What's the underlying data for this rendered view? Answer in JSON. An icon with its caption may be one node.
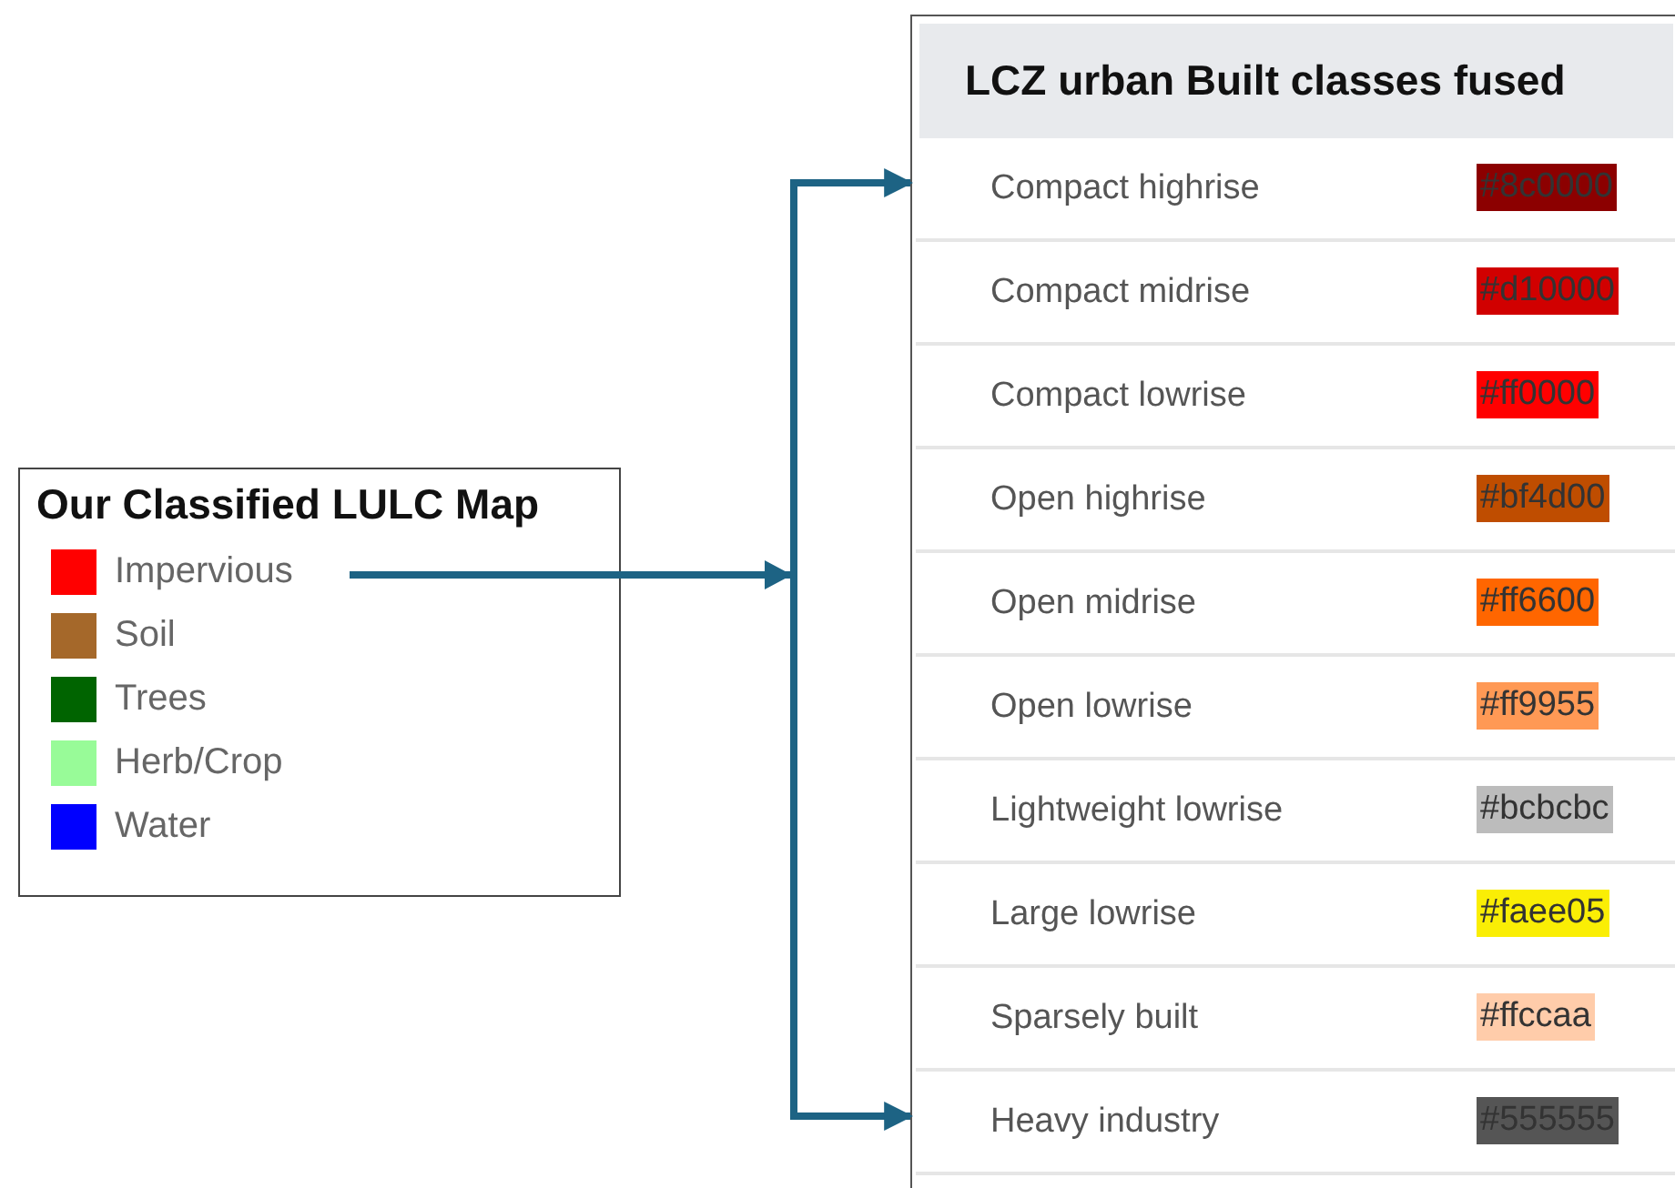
{
  "diagram": {
    "nodes": [
      {
        "text": [
          "Our Classified LULC Map"
        ]
      },
      {
        "text": [
          "Impervious"
        ],
        "in": 0
      },
      {
        "text": [
          "Soil"
        ],
        "in": 0
      },
      {
        "text": [
          "Trees"
        ],
        "in": 0
      },
      {
        "text": [
          "Herb/Crop"
        ],
        "in": 0
      },
      {
        "text": [
          "Water"
        ],
        "in": 0
      },
      {
        "text": [
          "LCZ urban Built classes fused"
        ]
      },
      {
        "text": [
          "Compact highrise",
          "#8c0000"
        ],
        "in": 6
      },
      {
        "text": [
          "Compact midrise",
          "#d10000"
        ],
        "in": 6
      },
      {
        "text": [
          "Compact lowrise",
          "#ff0000"
        ],
        "in": 6
      },
      {
        "text": [
          "Open highrise",
          "#bf4d00"
        ],
        "in": 6
      },
      {
        "text": [
          "Open midrise",
          "#ff6600"
        ],
        "in": 6
      },
      {
        "text": [
          "Open lowrise",
          "#ff9955"
        ],
        "in": 6
      },
      {
        "text": [
          "Lightweight lowrise",
          "#bcbcbc"
        ],
        "in": 6
      },
      {
        "text": [
          "Large lowrise",
          "#faee05"
        ],
        "in": 6
      },
      {
        "text": [
          "Sparsely built",
          "#ffccaa"
        ],
        "in": 6
      },
      {
        "text": [
          "Heavy industry",
          "#555555"
        ],
        "in": 6
      }
    ],
    "edges": [
      {
        "from": 1,
        "to": 7,
        "arrow": "to"
      },
      {
        "from": 1,
        "to": 16,
        "arrow": "to"
      }
    ]
  }
}
